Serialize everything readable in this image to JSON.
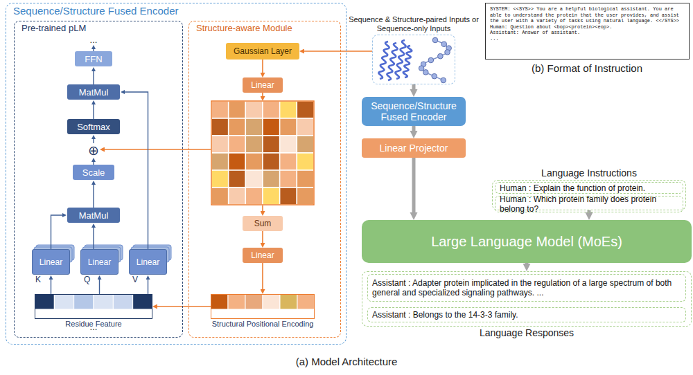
{
  "diagram": {
    "nodes": [
      {
        "text": [
          "Sequence/Structure Fused Encoder"
        ]
      },
      {
        "text": [
          "Pre-trained pLM"
        ],
        "in": 0
      },
      {
        "text": [
          "FFN"
        ],
        "in": 1
      },
      {
        "text": [
          "MatMul"
        ],
        "in": 1
      },
      {
        "text": [
          "Softmax"
        ],
        "in": 1
      },
      {
        "text": [
          "⊕"
        ],
        "in": 1
      },
      {
        "text": [
          "Scale"
        ],
        "in": 1
      },
      {
        "text": [
          "MatMul"
        ],
        "in": 1
      },
      {
        "text": [
          "Linear",
          "K"
        ],
        "in": 1
      },
      {
        "text": [
          "Linear",
          "Q"
        ],
        "in": 1
      },
      {
        "text": [
          "Linear",
          "V"
        ],
        "in": 1
      },
      {
        "text": [
          "Residue Feature"
        ],
        "in": 1
      },
      {
        "text": [
          "Structure-aware Module"
        ],
        "in": 0
      },
      {
        "text": [
          "Gaussian Layer"
        ],
        "in": 12
      },
      {
        "text": [
          "Linear"
        ],
        "in": 12
      },
      {
        "text": [
          "Sum"
        ],
        "in": 12
      },
      {
        "text": [
          "Linear"
        ],
        "in": 12
      },
      {
        "text": [
          "Structural Positional Encoding"
        ],
        "in": 12
      },
      {
        "text": [
          "Sequence & Structure-paired Inputs or Sequence-only Inputs"
        ]
      },
      {
        "text": [
          "SYSTEM: <<SYS>> You are a helpful biological assistant. You are able to understand the protein that the user provides, and assist the user with a variety of tasks using natural language. <</SYS>>",
          "Human: Question about <bop><protein><eop>.",
          "Assistant: Answer of assistant.",
          "..."
        ]
      },
      {
        "text": [
          "Sequence/Structure Fused Encoder"
        ]
      },
      {
        "text": [
          "Linear Projector"
        ]
      },
      {
        "text": [
          "Large Language Model (MoEs)"
        ]
      },
      {
        "text": [
          "Language Instructions"
        ]
      },
      {
        "text": [
          "Human : Explain the function of protein."
        ],
        "in": 23
      },
      {
        "text": [
          "Human : Which protein family does protein belong to?"
        ],
        "in": 23
      },
      {
        "text": [
          "Language Responses"
        ]
      },
      {
        "text": [
          "Assistant : Adapter protein implicated in the regulation of a large spectrum of both general and specialized signaling pathways. ..."
        ],
        "in": 26
      },
      {
        "text": [
          "Assistant : Belongs to the 14-3-3 family."
        ],
        "in": 26
      }
    ],
    "edges": [
      {
        "from": 11,
        "to": 8,
        "arrow": "to"
      },
      {
        "from": 11,
        "to": 9,
        "arrow": "to"
      },
      {
        "from": 11,
        "to": 10,
        "arrow": "to"
      },
      {
        "from": 8,
        "to": 7,
        "arrow": "to"
      },
      {
        "from": 9,
        "to": 7,
        "arrow": "to"
      },
      {
        "from": 7,
        "to": 6,
        "arrow": "to"
      },
      {
        "from": 6,
        "to": 5,
        "arrow": "to"
      },
      {
        "from": 5,
        "to": 4,
        "arrow": "to"
      },
      {
        "from": 4,
        "to": 3,
        "arrow": "to"
      },
      {
        "from": 10,
        "to": 3,
        "arrow": "to"
      },
      {
        "from": 3,
        "to": 2,
        "arrow": "to"
      },
      {
        "from": 18,
        "to": 13,
        "arrow": "to"
      },
      {
        "from": 13,
        "to": 14,
        "arrow": "to"
      },
      {
        "from": 15,
        "to": 16,
        "arrow": "to"
      },
      {
        "from": 16,
        "to": 17,
        "arrow": "to"
      },
      {
        "from": 17,
        "to": 11,
        "arrow": "to"
      },
      {
        "from": 18,
        "to": 20,
        "arrow": "to"
      },
      {
        "from": 20,
        "to": 21,
        "arrow": "to"
      },
      {
        "from": 21,
        "to": 22,
        "arrow": "to"
      },
      {
        "from": 23,
        "to": 22,
        "arrow": "to"
      },
      {
        "from": 22,
        "to": 26,
        "arrow": "to"
      }
    ],
    "labels": [
      "...",
      "...",
      "(b) Format of Instruction",
      "(a) Model Architecture"
    ]
  }
}
